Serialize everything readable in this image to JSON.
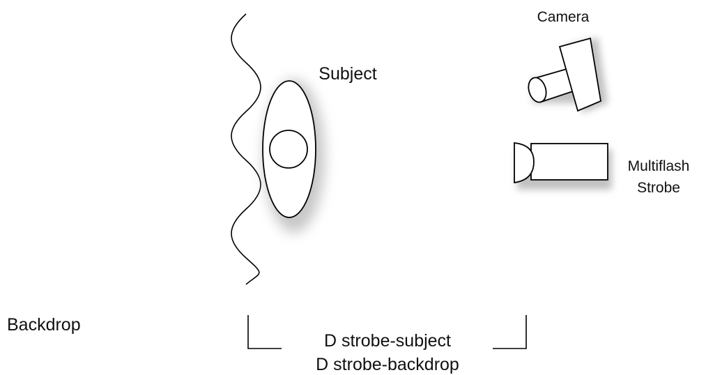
{
  "labels": {
    "camera": "Camera",
    "subject": "Subject",
    "strobe_line1": "Multiflash",
    "strobe_line2": "Strobe",
    "backdrop": "Backdrop",
    "distance_line1": "D strobe-subject",
    "distance_line2": "D strobe-backdrop"
  },
  "colors": {
    "stroke": "#000000",
    "shadow": "#888888",
    "background": "#ffffff"
  }
}
